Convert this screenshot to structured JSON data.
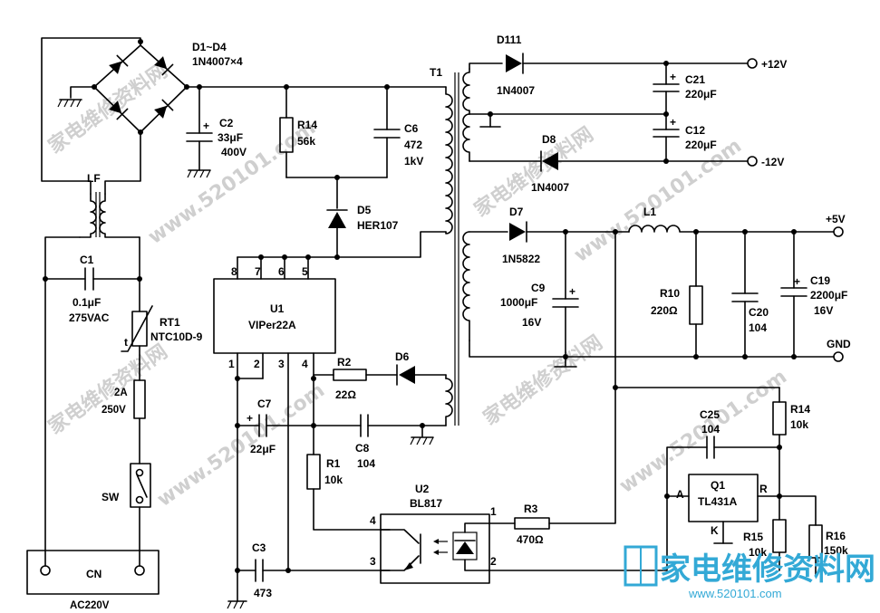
{
  "components": {
    "d1d4": {
      "ref": "D1~D4",
      "value": "1N4007×4"
    },
    "c2": {
      "ref": "C2",
      "value": "33μF",
      "voltage": "400V"
    },
    "r14_top": {
      "ref": "R14",
      "value": "56k"
    },
    "c6": {
      "ref": "C6",
      "value": "472",
      "voltage": "1kV"
    },
    "d5": {
      "ref": "D5",
      "value": "HER107"
    },
    "t1": {
      "ref": "T1"
    },
    "d111": {
      "ref": "D111",
      "value": "1N4007"
    },
    "c21": {
      "ref": "C21",
      "value": "220μF"
    },
    "c12": {
      "ref": "C12",
      "value": "220μF"
    },
    "d8": {
      "ref": "D8",
      "value": "1N4007"
    },
    "d7": {
      "ref": "D7",
      "value": "1N5822"
    },
    "l1": {
      "ref": "L1"
    },
    "c9": {
      "ref": "C9",
      "value": "1000μF",
      "voltage": "16V"
    },
    "r10": {
      "ref": "R10",
      "value": "220Ω"
    },
    "c20": {
      "ref": "C20",
      "value": "104"
    },
    "c19": {
      "ref": "C19",
      "value": "2200μF",
      "voltage": "16V"
    },
    "lf": {
      "ref": "LF"
    },
    "c1": {
      "ref": "C1",
      "value": "0.1μF",
      "voltage": "275VAC"
    },
    "rt1": {
      "ref": "RT1",
      "value": "NTC10D-9",
      "t": "t"
    },
    "fuse": {
      "value": "2A",
      "voltage": "250V"
    },
    "sw": {
      "ref": "SW"
    },
    "cn": {
      "ref": "CN",
      "value": "AC220V"
    },
    "u1": {
      "ref": "U1",
      "value": "VIPer22A",
      "pins": [
        "8",
        "7",
        "6",
        "5",
        "1",
        "2",
        "3",
        "4"
      ]
    },
    "c7": {
      "ref": "C7",
      "value": "22μF"
    },
    "c8": {
      "ref": "C8",
      "value": "104"
    },
    "r2": {
      "ref": "R2",
      "value": "22Ω"
    },
    "d6": {
      "ref": "D6"
    },
    "r1": {
      "ref": "R1",
      "value": "10k"
    },
    "c3": {
      "ref": "C3",
      "value": "473"
    },
    "u2": {
      "ref": "U2",
      "value": "BL817",
      "pins": [
        "4",
        "3",
        "1",
        "2"
      ]
    },
    "r3": {
      "ref": "R3",
      "value": "470Ω"
    },
    "c25": {
      "ref": "C25",
      "value": "104"
    },
    "r14_bot": {
      "ref": "R14",
      "value": "10k"
    },
    "q1": {
      "ref": "Q1",
      "value": "TL431A",
      "pin_a": "A",
      "pin_r": "R",
      "pin_k": "K"
    },
    "r15": {
      "ref": "R15",
      "value": "10k"
    },
    "r16": {
      "ref": "R16",
      "value": "150k"
    }
  },
  "outputs": {
    "p12": "+12V",
    "n12": "-12V",
    "p5": "+5V",
    "gnd": "GND"
  },
  "plus_sign": "+",
  "watermark": {
    "cn": "家电维修资料网",
    "url": "www.520101.com",
    "logo_cn": "家电维修资料网",
    "logo_url": "www.520101.com"
  }
}
